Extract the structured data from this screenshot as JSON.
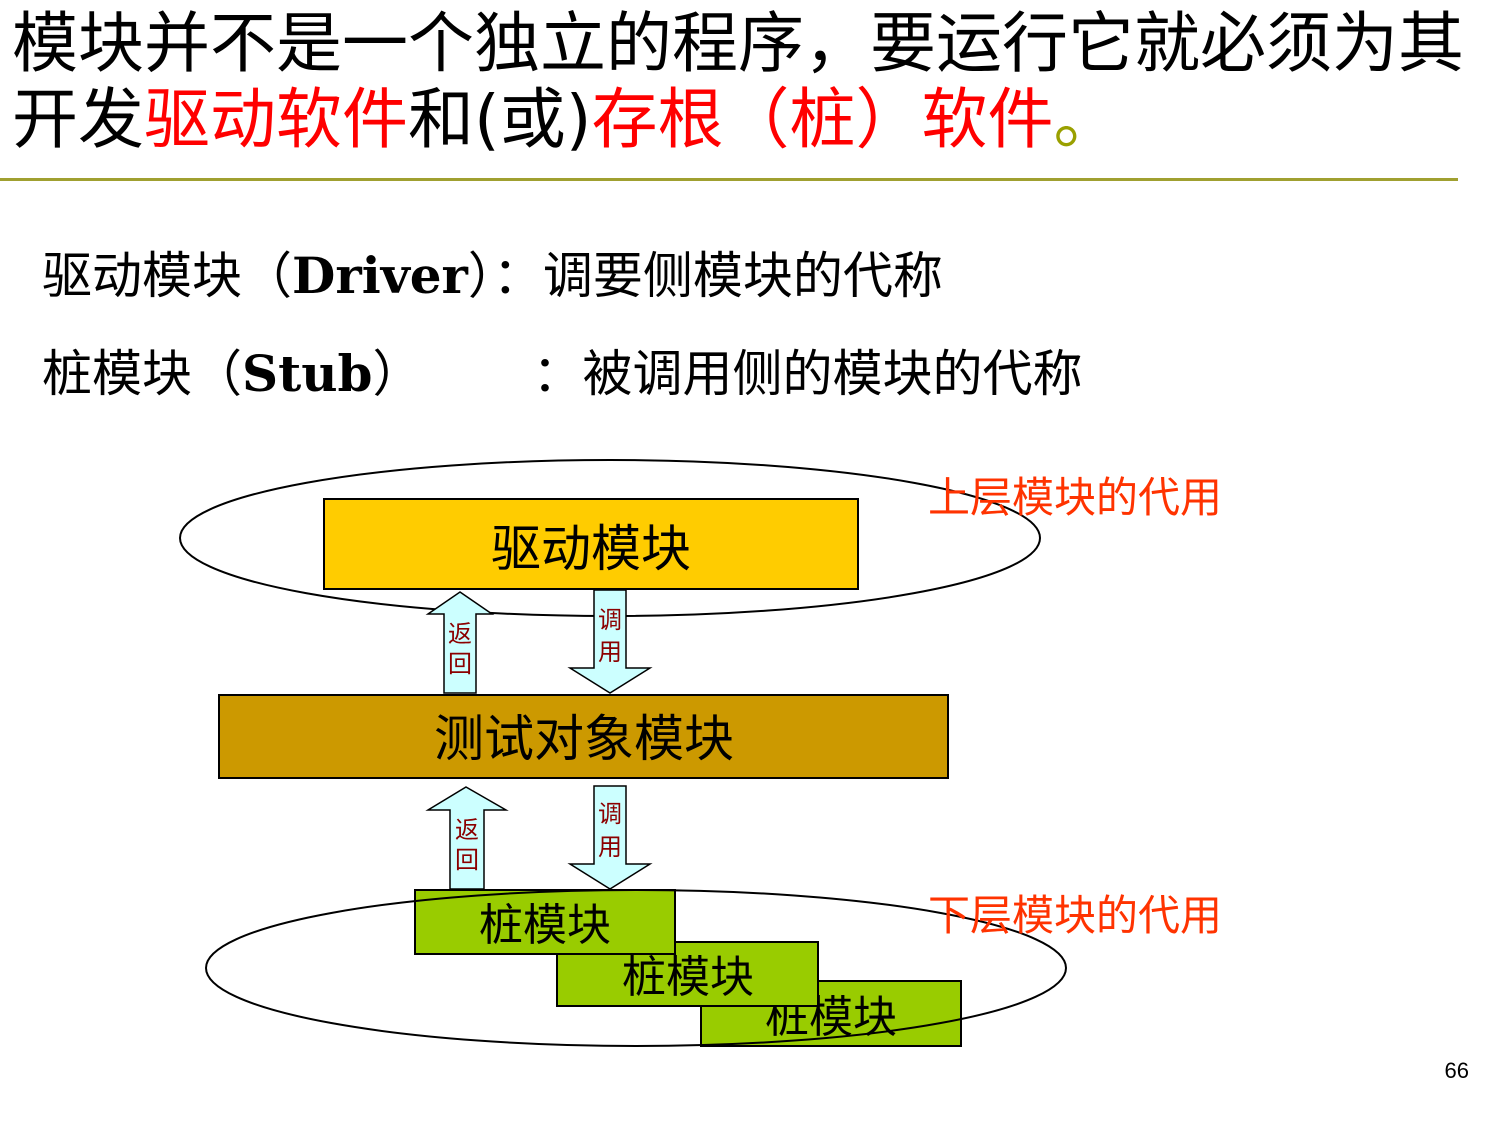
{
  "title": {
    "part1": "模块并不是一个独立的程序，要运行它就必须为其开发",
    "driver_sw": "驱动软件",
    "part2": "和(或)",
    "stub_sw": "存根（桩）软件",
    "period": "。"
  },
  "definitions": {
    "driver": {
      "term": "驱动模块（",
      "en": "Driver",
      "close": "）",
      "colon": "：",
      "desc": "调要侧模块的代称"
    },
    "stub": {
      "term": "桩模块（",
      "en": "Stub",
      "close": "）",
      "colon": "：",
      "desc": "被调用侧的模块的代称"
    }
  },
  "diagram": {
    "driver_box": "驱动模块",
    "test_box": "测试对象模块",
    "stub_boxes": [
      "桩模块",
      "桩模块",
      "桩模块"
    ],
    "arrow_return_1": [
      "返",
      "回"
    ],
    "arrow_call_1": [
      "调",
      "用"
    ],
    "arrow_return_2": [
      "返",
      "回"
    ],
    "arrow_call_2": [
      "调",
      "用"
    ],
    "upper_label": "上层模块的代用",
    "lower_label": "下层模块的代用",
    "colors": {
      "driver_fill": "#ffcc00",
      "test_fill": "#cc9900",
      "stub_fill": "#99cc00",
      "arrow_fill": "#ccffff",
      "arrow_text": "#8b0000",
      "label_red": "#ff3300",
      "title_red": "#ff0000"
    }
  },
  "page_number": "66"
}
